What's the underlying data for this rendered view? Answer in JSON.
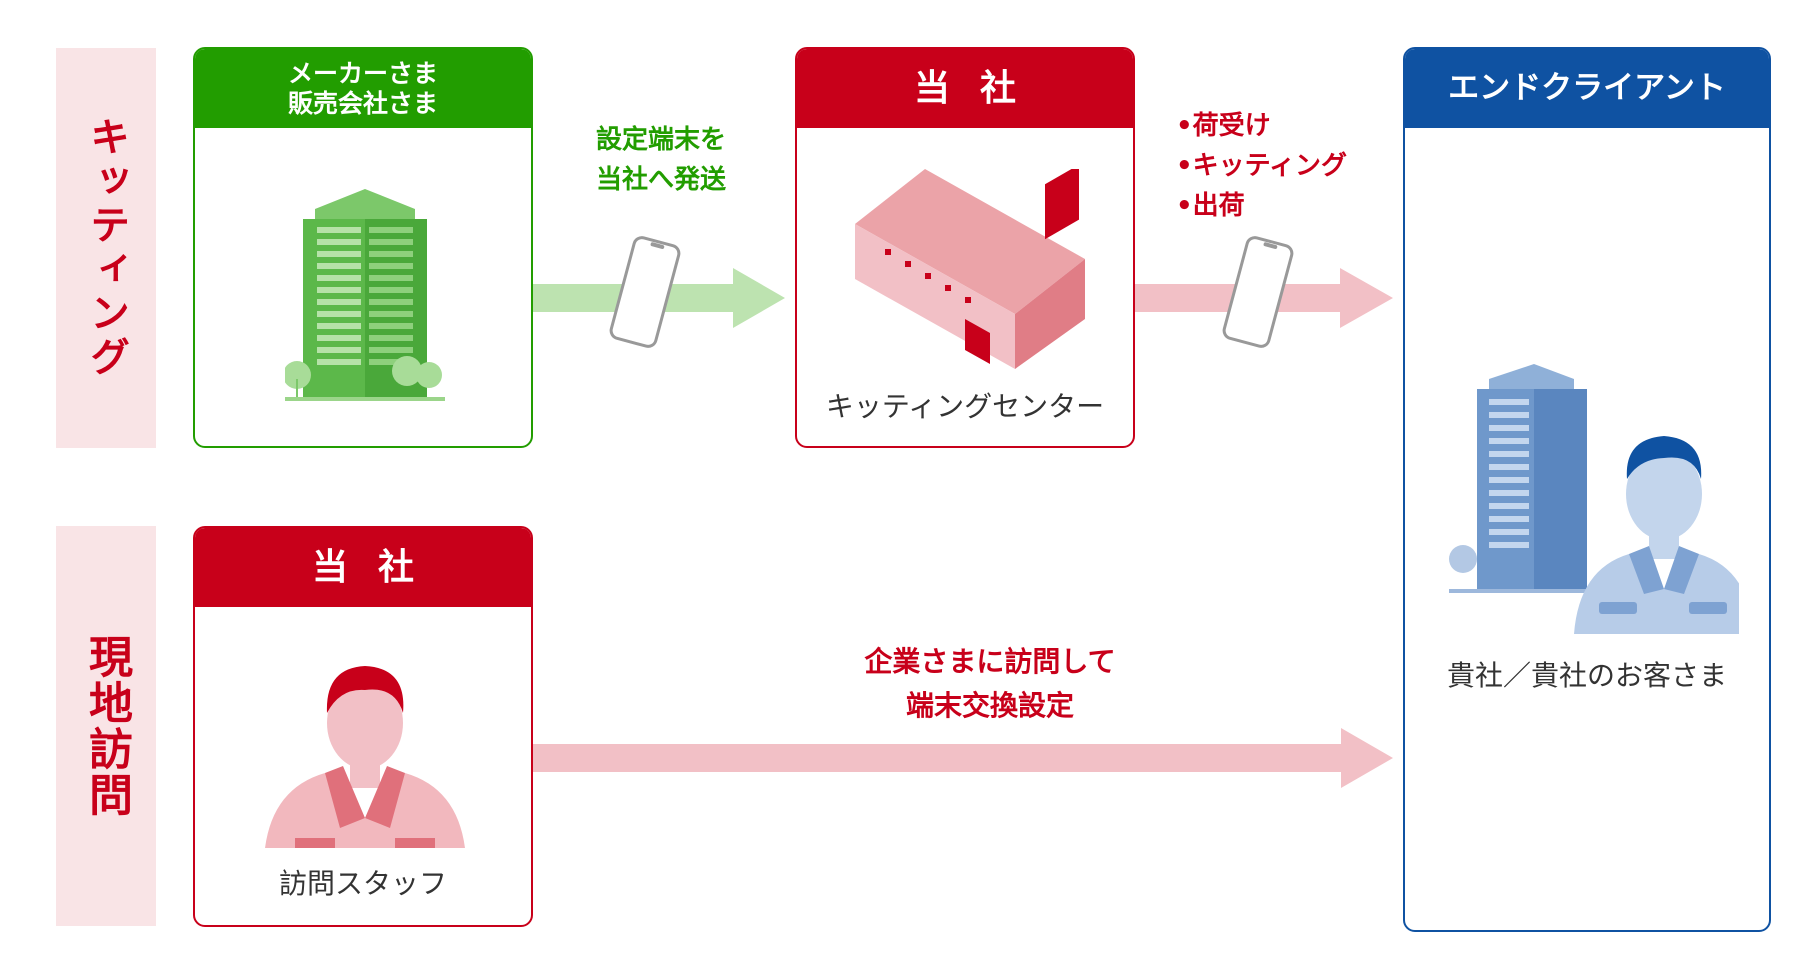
{
  "lanes": {
    "kitting": {
      "label": "キッティング"
    },
    "onsite": {
      "label": "現地訪問"
    }
  },
  "cards": {
    "maker": {
      "title_line1": "メーカーさま",
      "title_line2": "販売会社さま",
      "icon": "office-building-icon"
    },
    "company_kitting": {
      "title": "当社",
      "caption": "キッティングセンター",
      "icon": "warehouse-icon"
    },
    "end_client": {
      "title": "エンドクライアント",
      "caption": "貴社／貴社のお客さま",
      "icon": "building-and-person-icon"
    },
    "company_onsite": {
      "title": "当社",
      "caption": "訪問スタッフ",
      "icon": "staff-person-icon"
    }
  },
  "flows": {
    "ship_to_company": {
      "line1": "設定端末を",
      "line2": "当社へ発送"
    },
    "kitting_steps": [
      "•荷受け",
      "•キッティング",
      "•出荷"
    ],
    "onsite_visit": {
      "line1": "企業さまに訪問して",
      "line2": "端末交換設定"
    }
  },
  "colors": {
    "red": "#c8001a",
    "green": "#229d00",
    "blue": "#0f52a2",
    "lane_bg": "#f9e4e6",
    "green_arrow": "#bde3b0",
    "red_arrow": "#f2c0c6"
  }
}
